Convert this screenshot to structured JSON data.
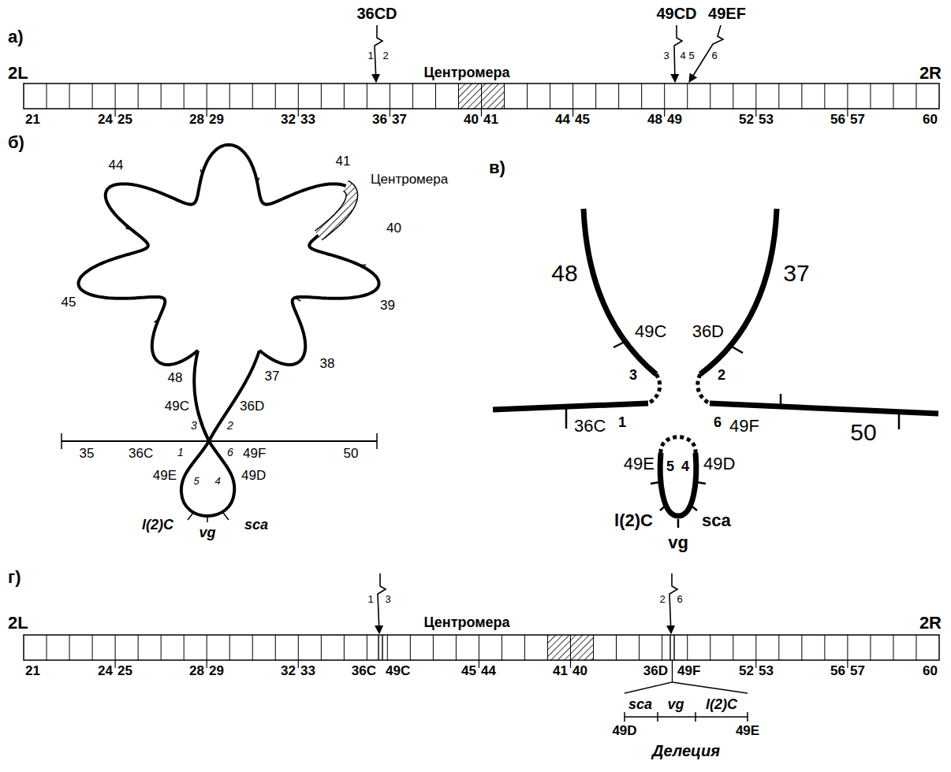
{
  "diagram": {
    "labels": [
      "36CD",
      "49CD",
      "49EF",
      "а)",
      "1",
      "2",
      "3",
      "4",
      "5",
      "6",
      "2L",
      "Центромера",
      "2R",
      "21",
      "24",
      "25",
      "28",
      "29",
      "32",
      "33",
      "36",
      "37",
      "40",
      "41",
      "44",
      "45",
      "48",
      "49",
      "52",
      "53",
      "56",
      "57",
      "60",
      "б)",
      "44",
      "41",
      "Центромера",
      "40",
      "39",
      "45",
      "38",
      "48",
      "37",
      "49C",
      "36D",
      "3",
      "2",
      "35",
      "36C",
      "1",
      "6",
      "49F",
      "50",
      "49E",
      "5",
      "4",
      "49D",
      "l(2)C",
      "vg",
      "sca",
      "в)",
      "48",
      "37",
      "49C",
      "36D",
      "3",
      "2",
      "36C",
      "1",
      "6",
      "49F",
      "50",
      "49E",
      "5",
      "4",
      "49D",
      "l(2)C",
      "vg",
      "sca",
      "г)",
      "1",
      "3",
      "2",
      "6",
      "2L",
      "Центромера",
      "2R",
      "21",
      "24",
      "25",
      "28",
      "29",
      "32",
      "33",
      "36C",
      "49C",
      "45",
      "44",
      "41",
      "40",
      "36D",
      "49F",
      "52",
      "53",
      "56",
      "57",
      "60",
      "sca",
      "vg",
      "l(2)C",
      "49D",
      "49E",
      "Делеция"
    ]
  }
}
